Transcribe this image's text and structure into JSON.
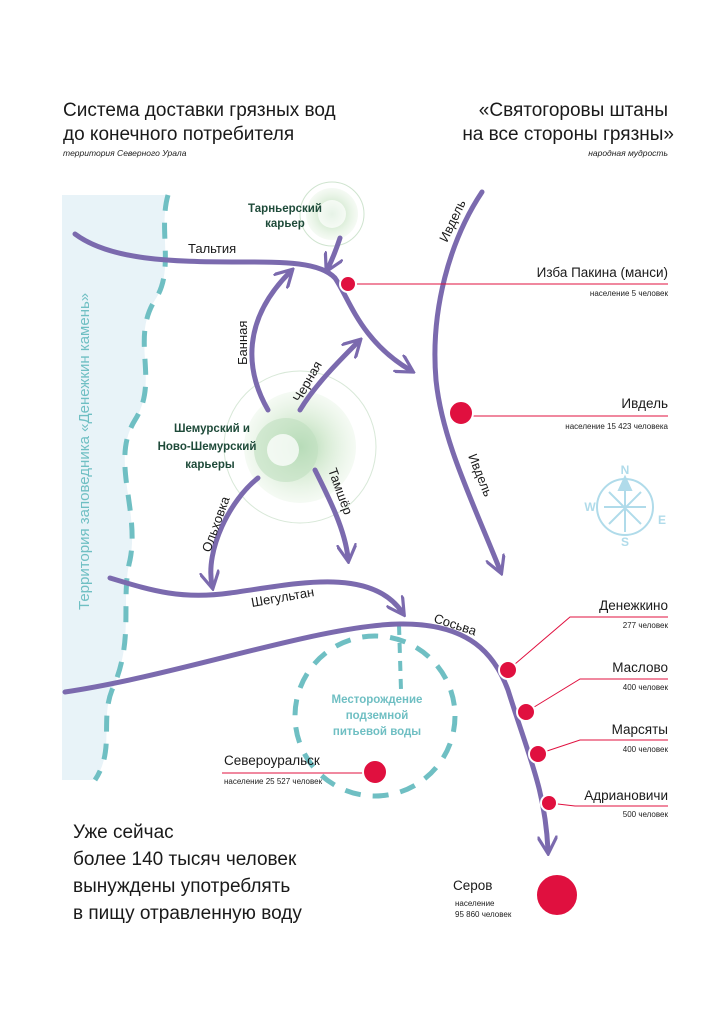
{
  "header": {
    "title_line1": "Система доставки грязных вод",
    "title_line2": "до конечного потребителя",
    "subtitle": "территория Северного Урала",
    "quote_line1": "«Святогоровы штаны",
    "quote_line2": "на все стороны грязны»",
    "quote_source": "народная мудрость"
  },
  "reserve": {
    "label": "Территория заповедника «Денежкин камень»"
  },
  "quarries": {
    "tarnier_line1": "Тарньерский",
    "tarnier_line2": "карьер",
    "shemur_line1": "Шемурский и",
    "shemur_line2": "Ново-Шемурский",
    "shemur_line3": "карьеры"
  },
  "rivers": {
    "taltia": "Тальтия",
    "bannaya": "Банная",
    "chernaya": "Черная",
    "olkhovka": "Ольховка",
    "tamsher": "Тамшёр",
    "shegultan": "Шегультан",
    "sosva": "Сосьва",
    "ivdel_top": "Ивдель",
    "ivdel_bottom": "Ивдель"
  },
  "deposit": {
    "line1": "Месторождение",
    "line2": "подземной",
    "line3": "питьевой воды"
  },
  "settlements": {
    "izba": {
      "name": "Изба Пакина (манси)",
      "population": "население 5 человек"
    },
    "ivdel": {
      "name": "Ивдель",
      "population": "население  15 423 человека"
    },
    "denezhkino": {
      "name": "Денежкино",
      "population": "277 человек"
    },
    "maslovo": {
      "name": "Маслово",
      "population": "400 человек"
    },
    "marsyaty": {
      "name": "Марсяты",
      "population": "400 человек"
    },
    "adrianovichi": {
      "name": "Адриановичи",
      "population": "500 человек"
    },
    "severouralsk": {
      "name": "Североуральск",
      "population": "население  25 527 человек"
    },
    "serov": {
      "name": "Серов",
      "population_line1": "население",
      "population_line2": "95 860 человек"
    }
  },
  "compass": {
    "n": "N",
    "s": "S",
    "w": "W",
    "e": "E"
  },
  "callout": {
    "line1": "Уже сейчас",
    "line2": "более 140 тысяч человек",
    "line3": "вынуждены употреблять",
    "line4": "в пищу отравленную воду"
  },
  "colors": {
    "river": "#7b6aae",
    "settlement": "#e0103f",
    "leader": "#e0103f",
    "reserve_fill": "#e8f3f8",
    "dash": "#6fbfc3",
    "quarry": "#9ccf9f"
  }
}
